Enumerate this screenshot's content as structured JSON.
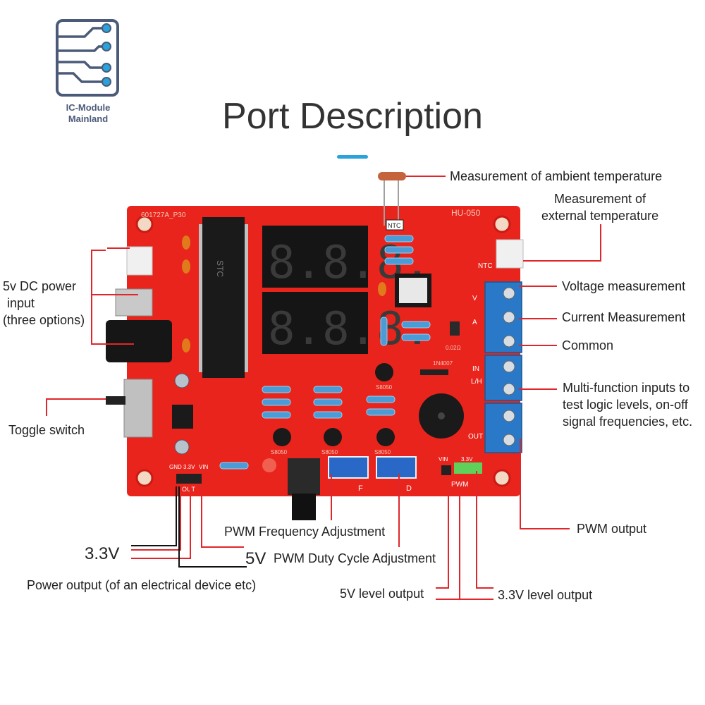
{
  "logo": {
    "line1": "IC-Module",
    "line2": "Mainland"
  },
  "title": "Port Description",
  "board": {
    "silk_top_left": "601727A_P30",
    "silk_model": "HU-050",
    "display_digits": "8.8.8.",
    "ntc_label": "NTC",
    "ntc_side_label": "NTC",
    "terminal_labels": [
      "V",
      "A",
      "IN",
      "L/H",
      "OUT"
    ],
    "pwm_header_labels": [
      "VIN",
      "3.3V"
    ],
    "pwm_label": "PWM",
    "power_header_labels": [
      "GND",
      "3.3V",
      "VIN"
    ],
    "power_out_label": "OUT",
    "pot_labels": [
      "F",
      "D"
    ],
    "transistor_labels": [
      "S8050",
      "S8050",
      "S8050",
      "S8050"
    ],
    "chip_label": "STC",
    "diode_label": "1N4007",
    "shunt_label": "0.02Ω"
  },
  "callouts": {
    "ambient_temp": "Measurement of ambient temperature",
    "external_temp_line1": "Measurement of",
    "external_temp_line2": "external temperature",
    "voltage": "Voltage measurement",
    "current": "Current Measurement",
    "common": "Common",
    "multi_line1": "Multi-function inputs to",
    "multi_line2": "test logic levels, on-off",
    "multi_line3": "signal frequencies, etc.",
    "dc_power_line1": "5v DC power",
    "dc_power_line2": "input",
    "dc_power_line3": "(three options)",
    "toggle": "Toggle switch",
    "pwm_output": "PWM output",
    "pwm_freq": "PWM Frequency Adjustment",
    "pwm_duty": "PWM Duty Cycle Adjustment",
    "v33": "3.3V",
    "v5": "5V",
    "power_output": "Power output (of an electrical device etc)",
    "level5": "5V level output",
    "level33": "3.3V level output"
  },
  "colors": {
    "pcb": "#e8241c",
    "terminal": "#2a78c8",
    "leader": "#e0262a",
    "title_accent": "#2aa3dc"
  }
}
